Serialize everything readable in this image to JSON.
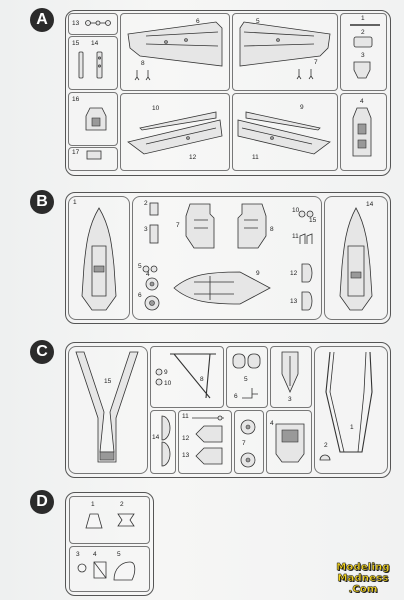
{
  "sections": {
    "a": {
      "label": "A",
      "parts": [
        "13",
        "15",
        "14",
        "8",
        "6",
        "5",
        "7",
        "1",
        "2",
        "3",
        "16",
        "10",
        "9",
        "4",
        "17",
        "12",
        "11"
      ]
    },
    "b": {
      "label": "B",
      "parts": [
        "1",
        "2",
        "7",
        "8",
        "10",
        "15",
        "14",
        "3",
        "11",
        "5",
        "4",
        "6",
        "9",
        "12",
        "13"
      ]
    },
    "c": {
      "label": "C",
      "parts": [
        "15",
        "9",
        "10",
        "8",
        "5",
        "6",
        "3",
        "1",
        "14",
        "11",
        "12",
        "13",
        "7",
        "4",
        "2"
      ]
    },
    "d": {
      "label": "D",
      "parts": [
        "1",
        "2",
        "3",
        "4",
        "5"
      ]
    }
  },
  "watermark": {
    "line1": "Modeling",
    "line2": "Madness",
    "line3": ".Com"
  },
  "colors": {
    "ink": "#222222",
    "frame": "#555555",
    "logo": "#f2d21c"
  }
}
